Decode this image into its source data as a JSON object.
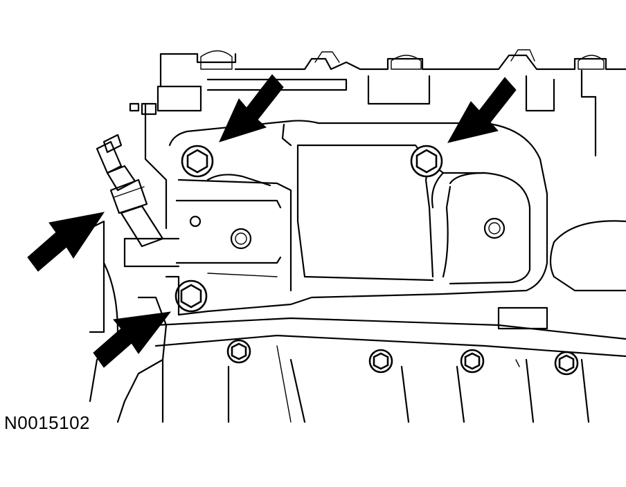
{
  "figure": {
    "id_label": "N0015102"
  },
  "arrows": [
    {
      "target": "bolt-upper-left"
    },
    {
      "target": "bolt-upper-right"
    },
    {
      "target": "sensor"
    },
    {
      "target": "bolt-lower-left"
    }
  ],
  "colors": {
    "line": "#000000",
    "background": "#ffffff"
  }
}
